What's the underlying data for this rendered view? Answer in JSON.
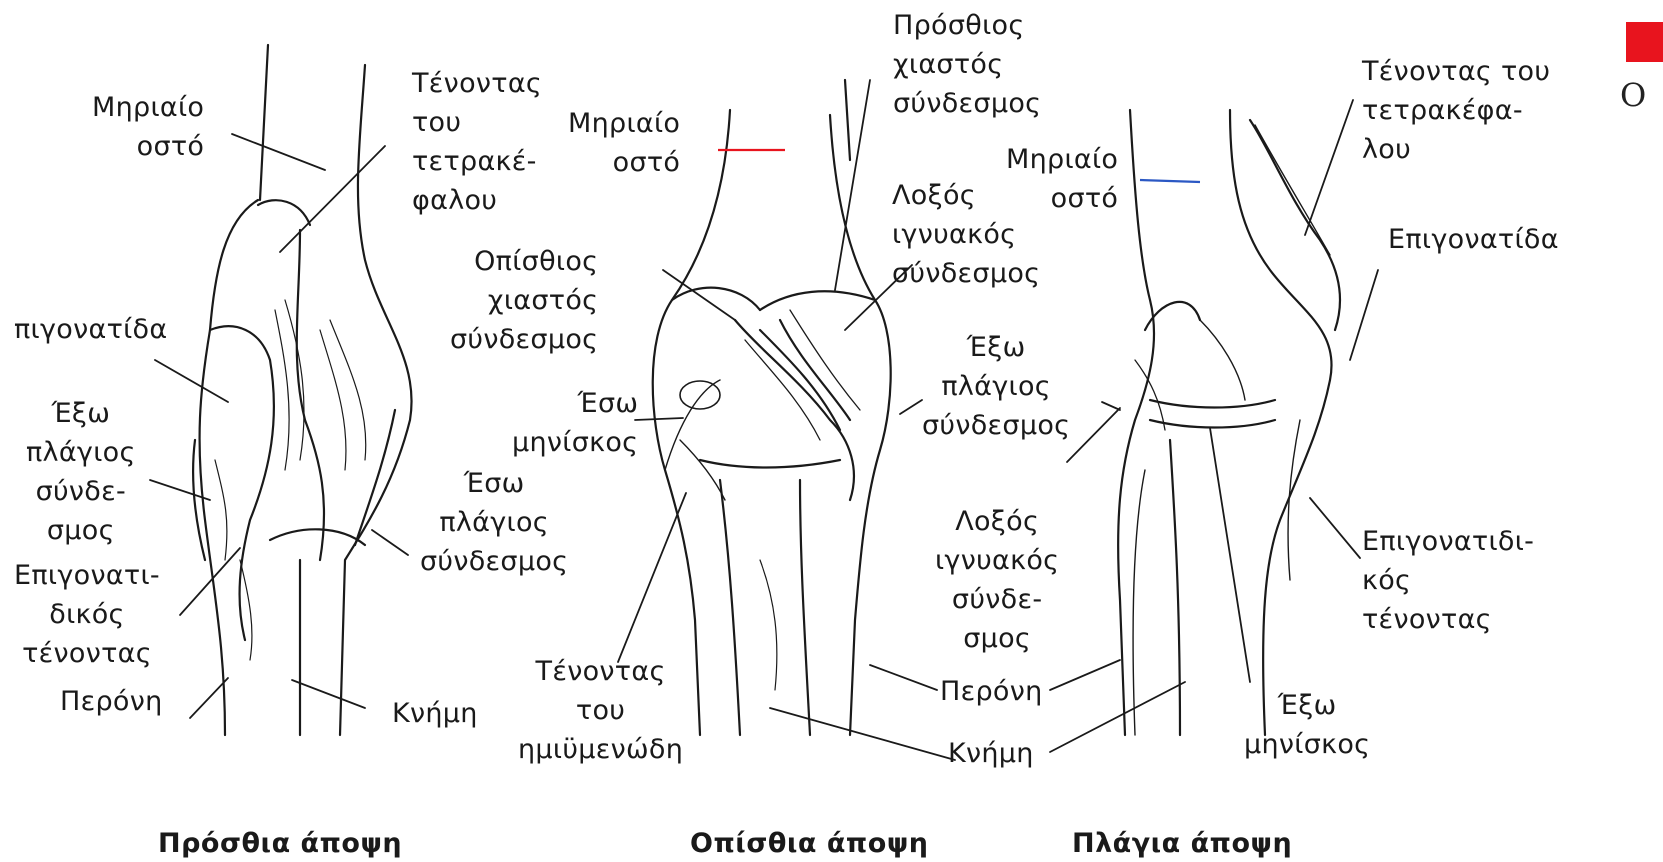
{
  "anterior": {
    "femur": [
      "Μηριαίο",
      "οστό"
    ],
    "quad_tendon": [
      "Τένοντας",
      "του",
      "τετρακέ-",
      "φαλου"
    ],
    "patella": [
      "πιγονατίδα"
    ],
    "lcl": [
      "Έξω",
      "πλάγιος",
      "σύνδε-",
      "σμος"
    ],
    "patellar_tendon": [
      "Επιγονατι-",
      "δικός",
      "τένοντας"
    ],
    "fibula": [
      "Περόνη"
    ],
    "mcl": [
      "Έσω",
      "πλάγιος",
      "σύνδεσμος"
    ],
    "tibia": [
      "Κνήμη"
    ],
    "caption": "Πρόσθια άποψη"
  },
  "posterior": {
    "acl": [
      "Πρόσθιος",
      "χιαστός",
      "σύνδεσμος"
    ],
    "femur": [
      "Μηριαίο",
      "οστό"
    ],
    "oblique_popliteal": [
      "Λοξός",
      "ιγνυακός",
      "σύνδεσμος"
    ],
    "pcl": [
      "Οπίσθιος",
      "χιαστός",
      "σύνδεσμος"
    ],
    "medial_meniscus": [
      "Έσω",
      "μηνίσκος"
    ],
    "lcl": [
      "Έξω",
      "πλάγιος",
      "σύνδεσμος"
    ],
    "oblique_popliteal_2": [
      "Λοξός",
      "ιγνυακός",
      "σύνδε-",
      "σμος"
    ],
    "semimembranosus": [
      "Τένοντας",
      "του",
      "ημιϋμενώδη"
    ],
    "fibula": [
      "Περόνη"
    ],
    "tibia": [
      "Κνήμη"
    ],
    "caption": "Οπίσθια άποψη"
  },
  "lateral": {
    "femur": [
      "Μηριαίο",
      "οστό"
    ],
    "quad_tendon": [
      "Τένοντας του",
      "τετρακέφα-",
      "λου"
    ],
    "patella": [
      "Επιγονατίδα"
    ],
    "patellar_tendon": [
      "Επιγονατιδι-",
      "κός",
      "τένοντας"
    ],
    "lateral_meniscus": [
      "Έξω",
      "μηνίσκος"
    ],
    "caption": "Πλάγια άποψη"
  },
  "corner": {
    "text": "Ο",
    "color": "#e8141e"
  },
  "colors": {
    "ink": "#1a1a1a",
    "red": "#e8141e",
    "blue": "#2b58c4"
  }
}
